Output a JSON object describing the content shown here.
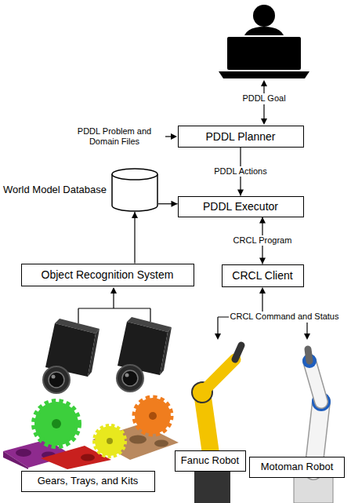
{
  "diagram": {
    "nodes": [
      {
        "text": [
          "PDDL Planner"
        ]
      },
      {
        "text": [
          "World Model Database"
        ]
      },
      {
        "text": [
          "PDDL Executor"
        ]
      },
      {
        "text": [
          "Object Recognition System"
        ]
      },
      {
        "text": [
          "CRCL Client"
        ]
      },
      {
        "text": [
          "Fanuc Robot"
        ]
      },
      {
        "text": [
          "Motoman Robot"
        ]
      },
      {
        "text": [
          "Gears, Trays, and Kits"
        ]
      }
    ],
    "edges": [
      {
        "from": 0,
        "to": 2,
        "label": "PDDL Actions",
        "arrow": "to"
      },
      {
        "from": 1,
        "to": 2,
        "arrow": "to"
      },
      {
        "from": 3,
        "to": 1,
        "arrow": "to"
      },
      {
        "from": 2,
        "to": 4,
        "label": "CRCL Program",
        "arrow": "both"
      }
    ],
    "labels": [
      "PDDL Goal",
      "PDDL Problem and Domain Files",
      "CRCL Command and Status"
    ]
  }
}
